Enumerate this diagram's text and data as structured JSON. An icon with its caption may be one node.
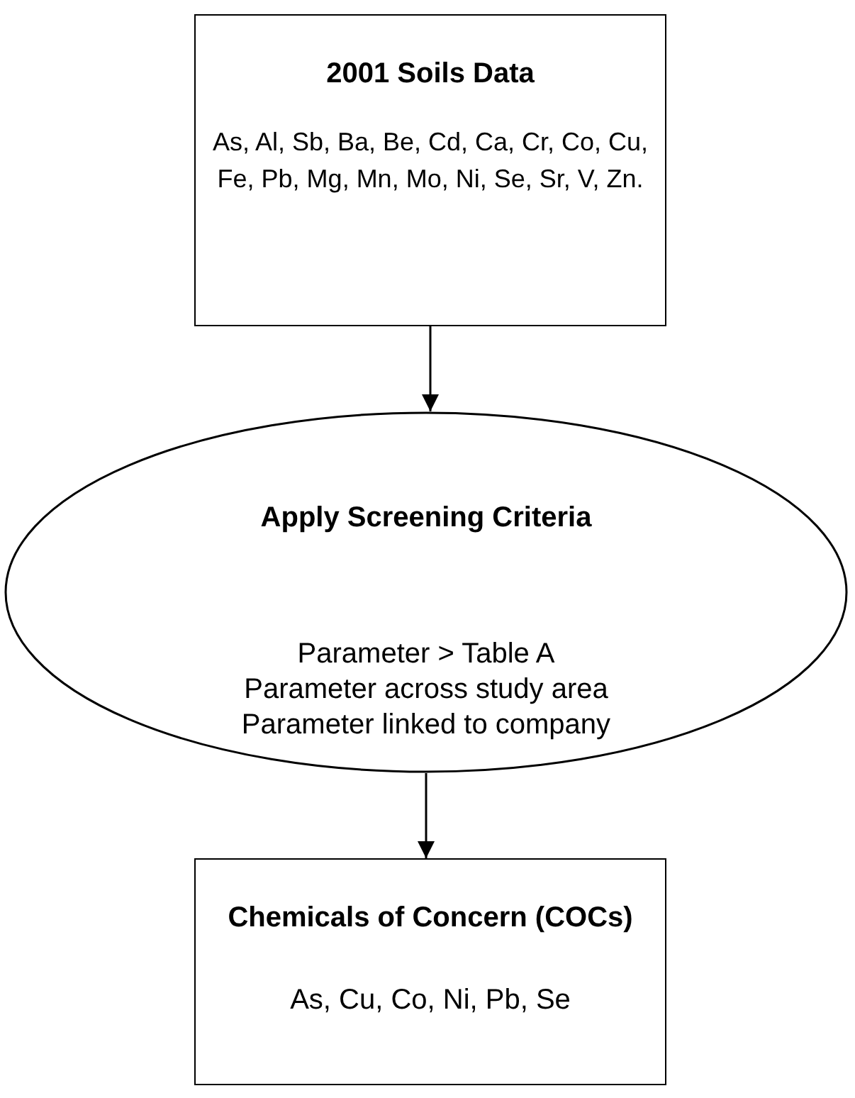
{
  "diagram": {
    "nodes": [
      {
        "text": [
          "2001 Soils Data",
          "As, Al, Sb, Ba, Be, Cd, Ca, Cr, Co, Cu, Fe, Pb, Mg, Mn, Mo, Ni, Se, Sr, V, Zn."
        ]
      },
      {
        "text": [
          "Apply Screening Criteria",
          "Parameter > Table A",
          "Parameter across study area",
          "Parameter linked to company"
        ]
      },
      {
        "text": [
          "Chemicals of Concern (COCs)",
          "As, Cu, Co, Ni, Pb, Se"
        ]
      }
    ],
    "edges": [
      {
        "from": 0,
        "to": 1,
        "arrow": "to"
      },
      {
        "from": 1,
        "to": 2,
        "arrow": "to"
      }
    ]
  }
}
